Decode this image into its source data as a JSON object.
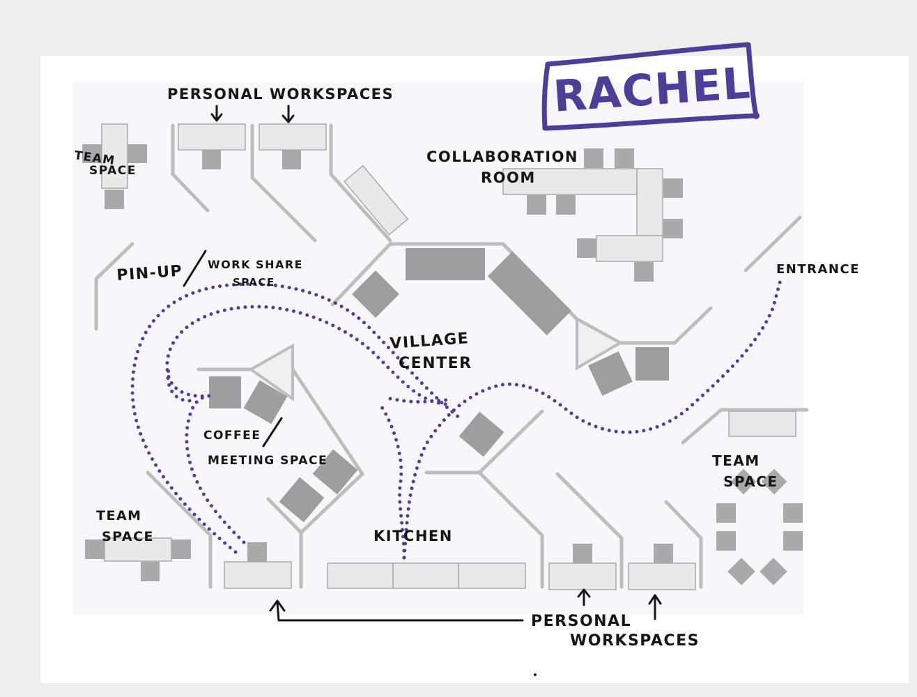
{
  "stamp": {
    "name": "RACHEL",
    "color": "#4b3f9a"
  },
  "labels": {
    "personal_top": "PERSONAL WORKSPACES",
    "team_tl_1": "TEAM",
    "team_tl_2": "SPACE",
    "collab_1": "COLLABORATION",
    "collab_2": "ROOM",
    "pinup_1": "PIN-UP",
    "pinup_2": "WORK SHARE",
    "pinup_3": "SPACE",
    "entrance": "ENTRANCE",
    "village_1": "VILLAGE",
    "village_2": "CENTER",
    "coffee_1": "COFFEE",
    "coffee_2": "MEETING SPACE",
    "team_bl_1": "TEAM",
    "team_bl_2": "SPACE",
    "kitchen": "KITCHEN",
    "team_r_1": "TEAM",
    "team_r_2": "SPACE",
    "personal_bottom_1": "PERSONAL",
    "personal_bottom_2": "WORKSPACES"
  },
  "colors": {
    "paper": "#f8f6fb",
    "ink": "#161616",
    "path": "#4b3f9a",
    "furniture": "#9e9e9e",
    "desk": "#e9e9e9",
    "wall": "#bdbdbd"
  }
}
